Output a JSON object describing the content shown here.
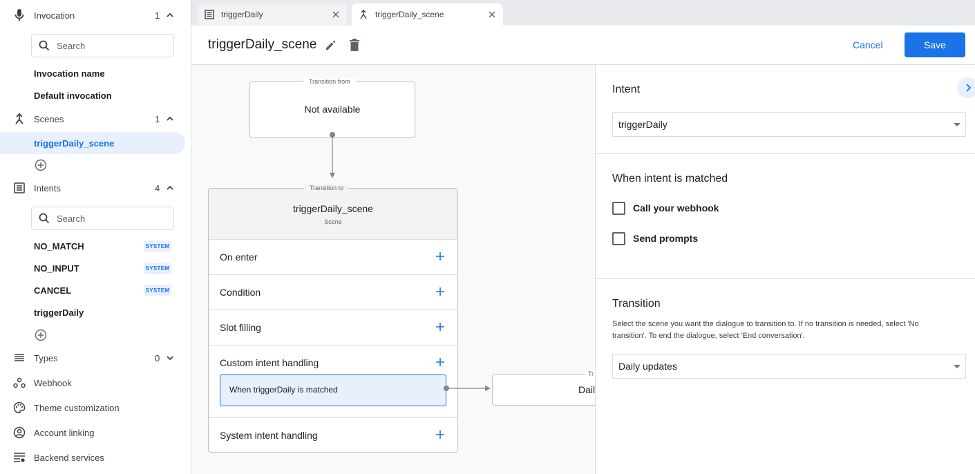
{
  "sidebar": {
    "invocation": {
      "label": "Invocation",
      "count": "1",
      "search_placeholder": "Search",
      "items": [
        "Invocation name",
        "Default invocation"
      ]
    },
    "scenes": {
      "label": "Scenes",
      "count": "1",
      "items": [
        "triggerDaily_scene"
      ],
      "selected": "triggerDaily_scene"
    },
    "intents": {
      "label": "Intents",
      "count": "4",
      "search_placeholder": "Search",
      "items": [
        {
          "label": "NO_MATCH",
          "badge": "SYSTEM"
        },
        {
          "label": "NO_INPUT",
          "badge": "SYSTEM"
        },
        {
          "label": "CANCEL",
          "badge": "SYSTEM"
        },
        {
          "label": "triggerDaily",
          "badge": null
        }
      ]
    },
    "types": {
      "label": "Types",
      "count": "0"
    },
    "webhook": {
      "label": "Webhook"
    },
    "theme": {
      "label": "Theme customization"
    },
    "account": {
      "label": "Account linking"
    },
    "backend": {
      "label": "Backend services"
    }
  },
  "tabs": [
    {
      "label": "triggerDaily",
      "icon": "intent-list-icon",
      "active": false
    },
    {
      "label": "triggerDaily_scene",
      "icon": "scene-merge-icon",
      "active": true
    }
  ],
  "header": {
    "title": "triggerDaily_scene",
    "cancel_label": "Cancel",
    "save_label": "Save"
  },
  "diagram": {
    "from": {
      "legend": "Transition from",
      "value": "Not available"
    },
    "to": {
      "legend": "Transition to",
      "title": "triggerDaily_scene",
      "subtitle": "Scene"
    },
    "rows": [
      "On enter",
      "Condition",
      "Slot filling",
      "Custom intent handling",
      "System intent handling"
    ],
    "handler": "When triggerDaily is matched",
    "target": {
      "legend": "Tr",
      "value": "Dail"
    }
  },
  "panel": {
    "intent_heading": "Intent",
    "intent_value": "triggerDaily",
    "matched_heading": "When intent is matched",
    "checkboxes": [
      {
        "label": "Call your webhook",
        "checked": false
      },
      {
        "label": "Send prompts",
        "checked": false
      }
    ],
    "transition_heading": "Transition",
    "transition_desc_1": "Select the scene you want the dialogue to transition to. If no transition is needed, select 'No",
    "transition_desc_2": "transition'. To end the dialogue, select 'End conversation'.",
    "transition_value": "Daily updates"
  },
  "colors": {
    "accent": "#1a73e8",
    "selected_bg": "#e8f0fe",
    "canvas_bg": "#f8f9fa"
  }
}
